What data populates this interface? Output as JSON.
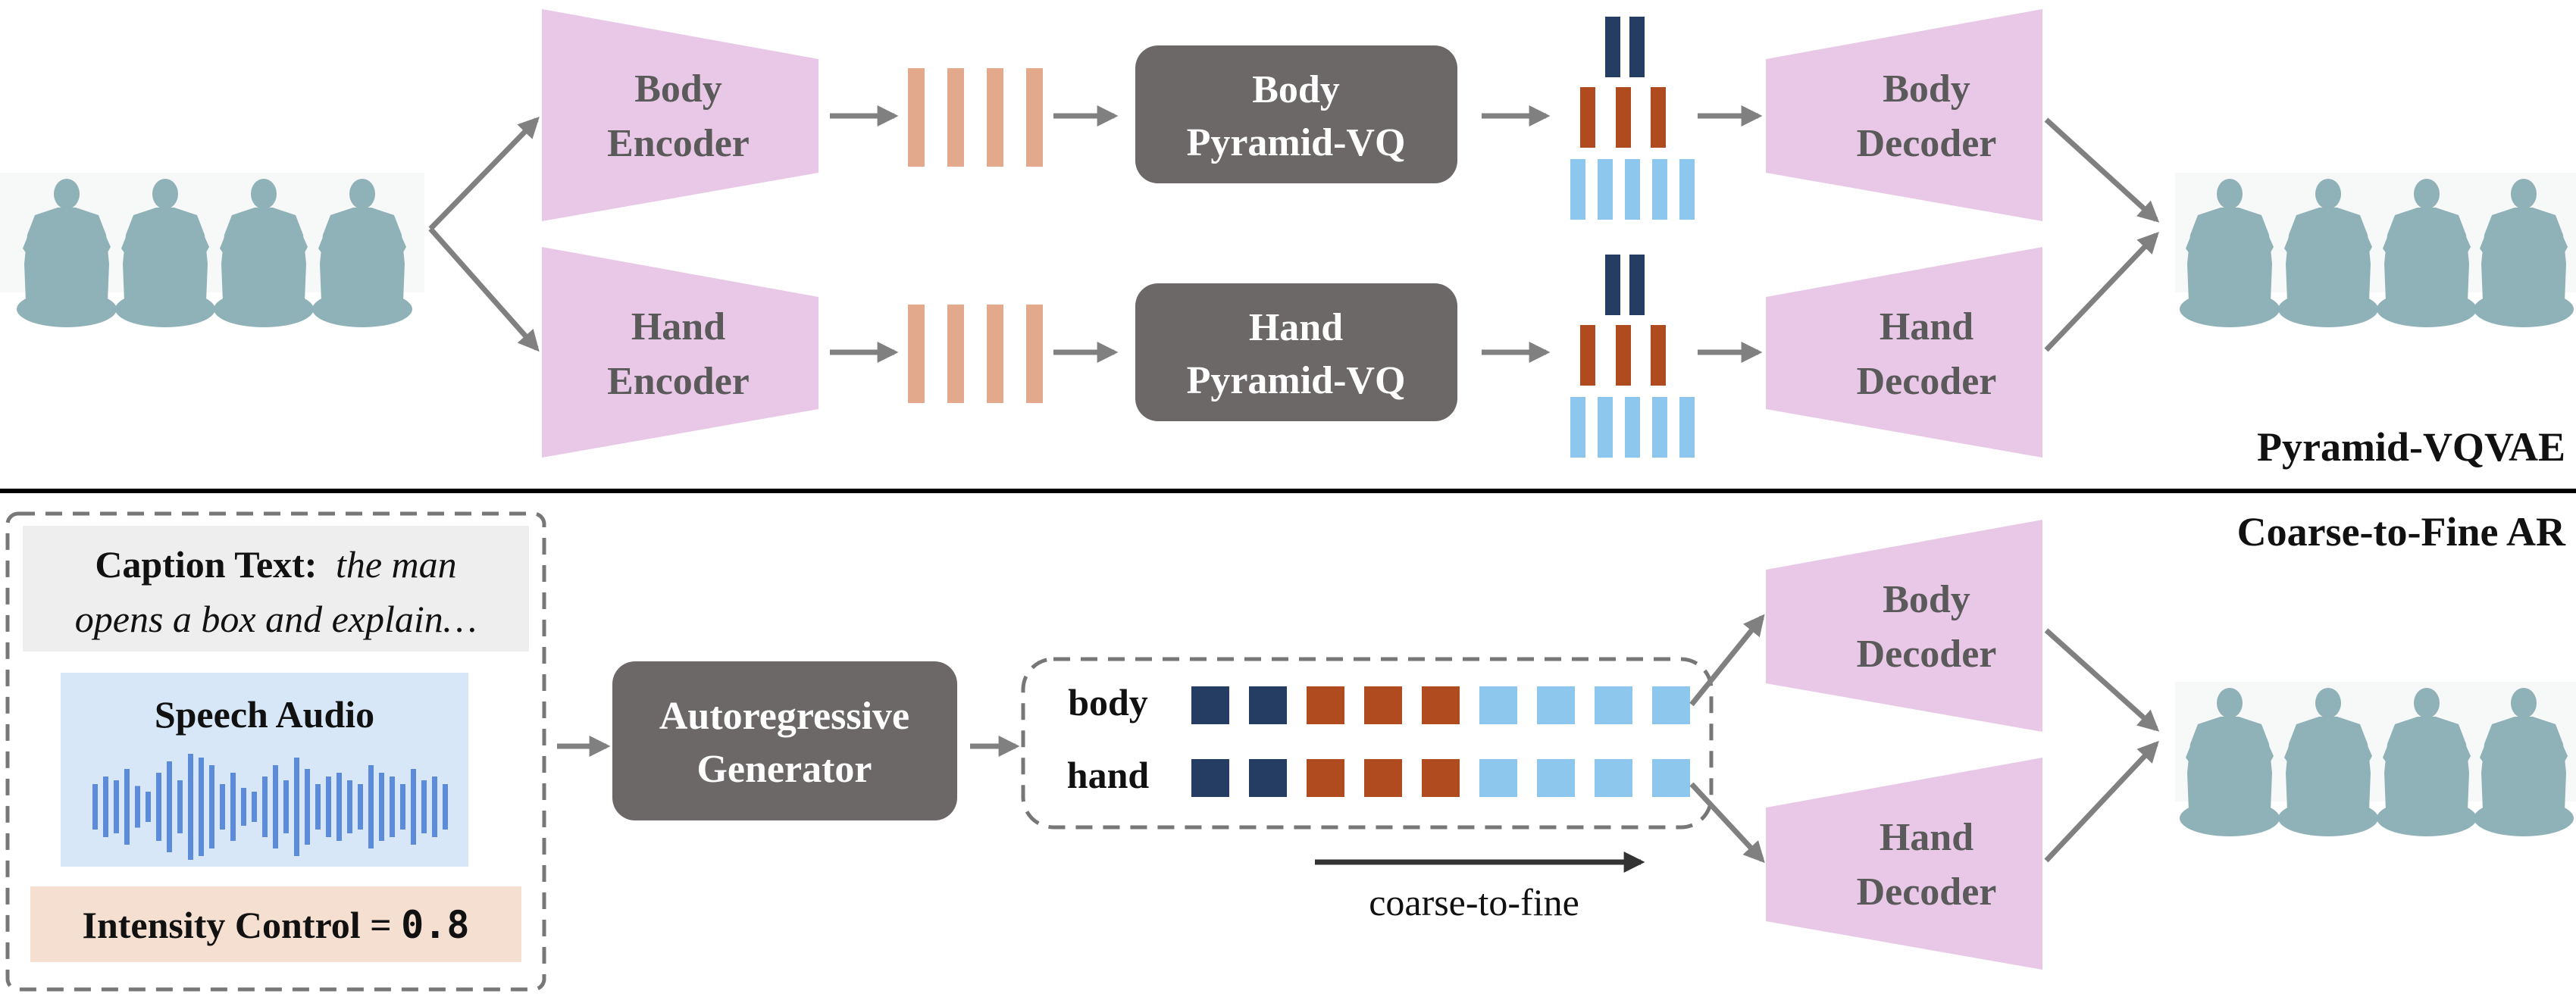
{
  "colors": {
    "trapezoid": "#e8c8e6",
    "token_orange": "#e2a98c",
    "token_dark": "#263d63",
    "token_rust": "#b04a1f",
    "token_light": "#8ec7ee",
    "dark_box": "#6b6867",
    "arrow": "#808080",
    "caption_bg": "#eeeeee",
    "audio_bg": "#d8e7f7",
    "audio_wave": "#5b8bd9",
    "intensity_bg": "#f5dfd0",
    "figure": "#8fb1b8"
  },
  "top": {
    "body_encoder": [
      "Body",
      "Encoder"
    ],
    "hand_encoder": [
      "Hand",
      "Encoder"
    ],
    "body_vq": [
      "Body",
      "Pyramid-VQ"
    ],
    "hand_vq": [
      "Hand",
      "Pyramid-VQ"
    ],
    "body_decoder": [
      "Body",
      "Decoder"
    ],
    "hand_decoder": [
      "Hand",
      "Decoder"
    ],
    "section_label": "Pyramid-VQVAE"
  },
  "bottom": {
    "section_label": "Coarse-to-Fine AR",
    "caption_label": "Caption Text:",
    "caption_text_1": "the man",
    "caption_text_2": "opens a box and explain…",
    "speech_audio": "Speech Audio",
    "intensity_label": "Intensity Control = ",
    "intensity_value": "0.8",
    "generator": [
      "Autoregressive",
      "Generator"
    ],
    "row_body": "body",
    "row_hand": "hand",
    "coarse_to_fine": "coarse-to-fine",
    "body_decoder": [
      "Body",
      "Decoder"
    ],
    "hand_decoder": [
      "Hand",
      "Decoder"
    ]
  }
}
